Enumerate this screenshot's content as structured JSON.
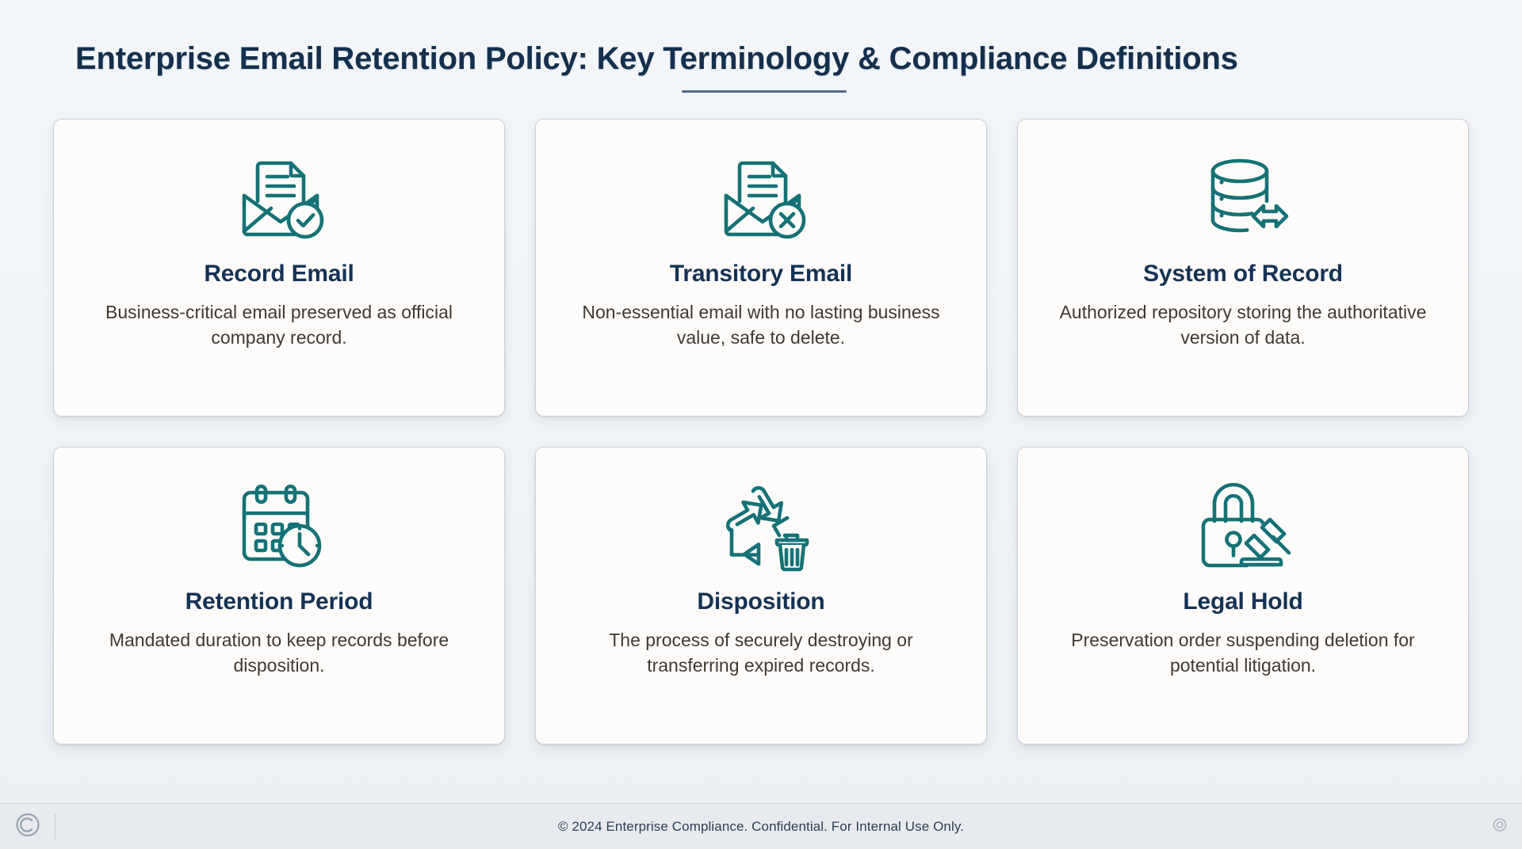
{
  "header": {
    "title": "Enterprise Email Retention Policy: Key Terminology & Compliance Definitions",
    "accent_color": "#14304f",
    "rule_color": "#516e8c"
  },
  "theme": {
    "page_background": "#f1f4f7",
    "card_background": "#fdfcfa",
    "card_border": "#c9cfd6",
    "icon_color": "#157277",
    "title_color": "#143256",
    "body_color": "#413830",
    "footer_background": "#e7ebf0"
  },
  "cards": [
    {
      "icon": "envelope-document-check-icon",
      "title": "Record Email",
      "description": "Business-critical email preserved as official company record."
    },
    {
      "icon": "envelope-document-cross-icon",
      "title": "Transitory Email",
      "description": "Non-essential email with no lasting business value, safe to delete."
    },
    {
      "icon": "database-transfer-icon",
      "title": "System of Record",
      "description": "Authorized repository storing the authoritative version of data."
    },
    {
      "icon": "calendar-clock-icon",
      "title": "Retention Period",
      "description": "Mandated duration to keep records before disposition."
    },
    {
      "icon": "recycle-trash-icon",
      "title": "Disposition",
      "description": "The process of securely destroying or transferring expired records."
    },
    {
      "icon": "lock-gavel-icon",
      "title": "Legal Hold",
      "description": "Preservation order suspending deletion for potential litigation."
    }
  ],
  "footer": {
    "logo": "copyright-c-logo",
    "text": "© 2024 Enterprise Compliance. Confidential. For Internal Use Only."
  }
}
